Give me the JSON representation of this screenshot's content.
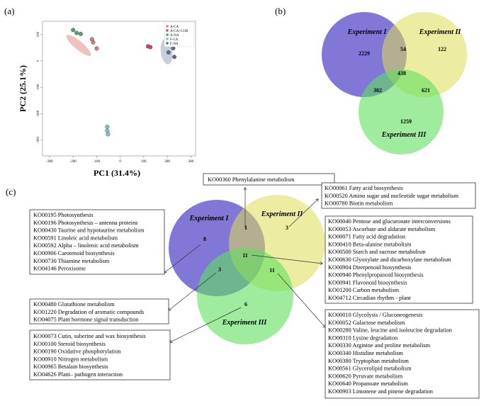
{
  "panel_labels": [
    "(a)",
    "(b)",
    "(c)"
  ],
  "colors": {
    "A-CA": "#d97a7a",
    "A-CA+CUB": "#c8496d",
    "A-NA": "#5aa06d",
    "F-CA": "#7fbfd0",
    "F-NA": "#5b6b8e",
    "venn_exp1": "#6a5fd0",
    "venn_exp2": "#dede55",
    "venn_exp3": "#5fe05f"
  },
  "chart_data": {
    "type": "scatter",
    "title": "",
    "xlabel": "PC1 (31.4%)",
    "ylabel": "PC2 (25.1%)",
    "xlim": [
      -330,
      320
    ],
    "ylim": [
      -360,
      150
    ],
    "xticks": [
      "-300",
      "-200",
      "-100",
      "0",
      "100",
      "200",
      "300"
    ],
    "yticks": [
      "100",
      "0",
      "-100",
      "-200",
      "-300"
    ],
    "grid": false,
    "legend_position": "top-right",
    "series": [
      {
        "name": "A-CA",
        "color": "#d97a7a",
        "points": [
          [
            -115,
            70
          ],
          [
            -100,
            47
          ],
          [
            -120,
            82
          ]
        ]
      },
      {
        "name": "A-CA+CUB",
        "color": "#c8496d",
        "points": [
          [
            118,
            55
          ],
          [
            128,
            52
          ]
        ]
      },
      {
        "name": "A-NA",
        "color": "#5aa06d",
        "points": [
          [
            -200,
            117
          ],
          [
            -185,
            106
          ],
          [
            -168,
            102
          ]
        ]
      },
      {
        "name": "F-CA",
        "color": "#7fbfd0",
        "points": [
          [
            -55,
            -250
          ],
          [
            -55,
            -265
          ],
          [
            -52,
            -278
          ]
        ]
      },
      {
        "name": "F-NA",
        "color": "#5b6b8e",
        "points": [
          [
            205,
            32
          ],
          [
            225,
            48
          ],
          [
            230,
            15
          ]
        ]
      }
    ]
  },
  "venn_b": {
    "exp1_label": "Experiment I",
    "exp2_label": "Experiment II",
    "exp3_label": "Experiment III",
    "only1": "2229",
    "only2": "122",
    "only3": "1259",
    "i12": "54",
    "i13": "302",
    "i23": "621",
    "i123": "438"
  },
  "venn_c": {
    "exp1_label": "Experiment I",
    "exp2_label": "Experiment II",
    "exp3_label": "Experiment III",
    "only1": "8",
    "only2": "3",
    "only3": "6",
    "i12": "1",
    "i13": "3",
    "i23": "11",
    "i123": "11"
  },
  "boxes": {
    "top": [
      "KO00360 Phenylalanine metabolism"
    ],
    "exp1_only": [
      "KO00195 Photosynthesis",
      "KO00196 Photosynthesis – antenna proteins",
      "KO00430 Taurine and hypotaurine metabolism",
      "KO00591 Linoleic acid metabolism",
      "KO00592 Alpha – linolenic acid metabolism",
      "KO00906 Carotenoid biosynthesis",
      "KO00730 Thiamine metabolism",
      "KO04146 Peroxisome"
    ],
    "i13": [
      "KO00480 Glutathione metabolism",
      "KO01220 Degradation of aromatic compounds",
      "KO04075 Plant hormone signal transduction"
    ],
    "exp3_only": [
      "KO00073 Cutin, suberine and wax biosynthesis",
      "KO00100 Steroid biosynthesis",
      "KO00190 Oxidative phosphorylation",
      "KO00910 Nitrogen metabolism",
      "KO00965 Betalain biosynthesis",
      "KO04626 Plant– pathogen interaction"
    ],
    "exp2_only": [
      "KO00061 Fatty acid biosynthesis",
      "KO00520 Amino sugar and nucleotide sugar metabolism",
      "KO00780 Biotin metabolism"
    ],
    "i123": [
      "KO00040 Pentose and glucuronate interconversions",
      "KO00053 Ascorbate and aldarate metabolism",
      "KO00071 Fatty acid degradation",
      "KO00410 Beta-alanine metabolism",
      "KO00500 Starch and sucrose metabolism",
      "KO00630 Glyoxylate and dicarboxylate metabolism",
      "KO00904 Diterpenoid biosynthesis",
      "KO00940 Phenylpropanoid biosynthesis",
      "KO00941 Flavonoid biosynthesis",
      "KO01200 Carbon metabolism",
      "KO04712 Circadian rhythm - plant"
    ],
    "i23": [
      "KO00010 Glycolysis / Gluconeogenesis",
      "KO00052 Galactose metabolism",
      "KO00280 Valine, leucine and isoleucine degradation",
      "KO00310 Lysine degradation",
      "KO00330 Arginine and proline metabolism",
      "KO00340 Histidine metabolism",
      "KO00380 Tryptophan metabolism",
      "KO00561 Glycerolipid metabolism",
      "KO00620 Pyruvate metabolism",
      "KO00640 Propanoate metabolism",
      "KO00903 Limonene and pinene degradation"
    ]
  }
}
